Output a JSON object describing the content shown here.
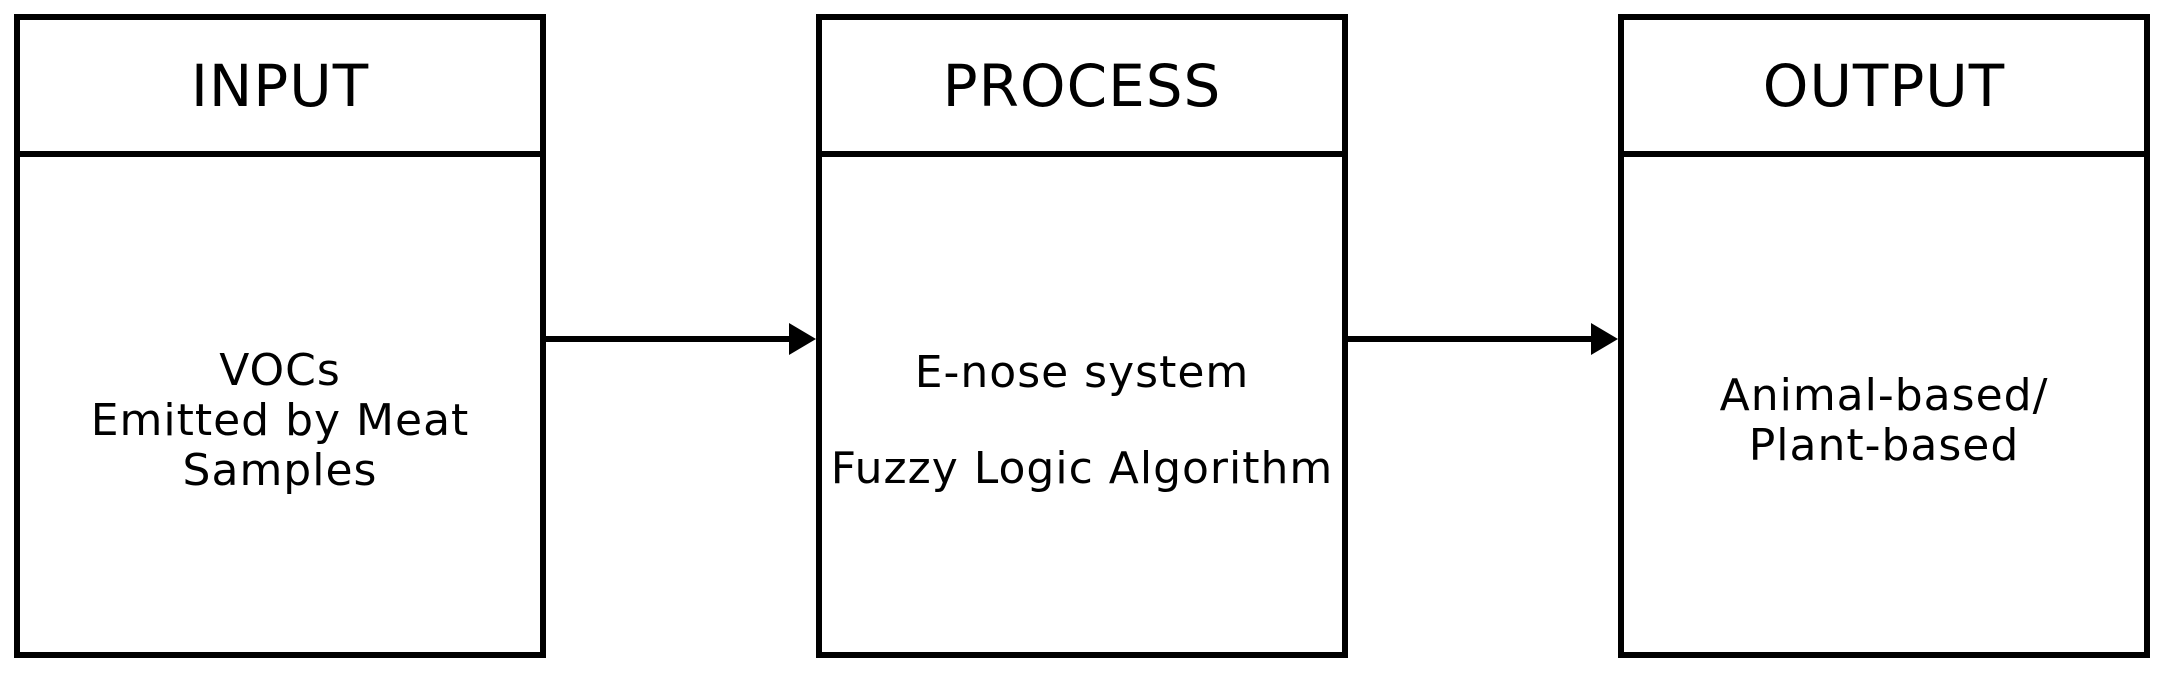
{
  "diagram": {
    "type": "flowchart",
    "direction": "left-to-right",
    "colors": {
      "line": "#000000",
      "text": "#000000",
      "background": "#ffffff"
    },
    "boxes": [
      {
        "id": "input",
        "header": "INPUT",
        "lines": [
          "VOCs",
          "Emitted by Meat",
          "Samples"
        ]
      },
      {
        "id": "process",
        "header": "PROCESS",
        "lines": [
          "E-nose system",
          "Fuzzy Logic Algorithm"
        ]
      },
      {
        "id": "output",
        "header": "OUTPUT",
        "lines": [
          "Animal-based/",
          "Plant-based"
        ]
      }
    ],
    "arrows": [
      {
        "from": "input",
        "to": "process",
        "direction": "right"
      },
      {
        "from": "process",
        "to": "output",
        "direction": "right"
      }
    ]
  }
}
